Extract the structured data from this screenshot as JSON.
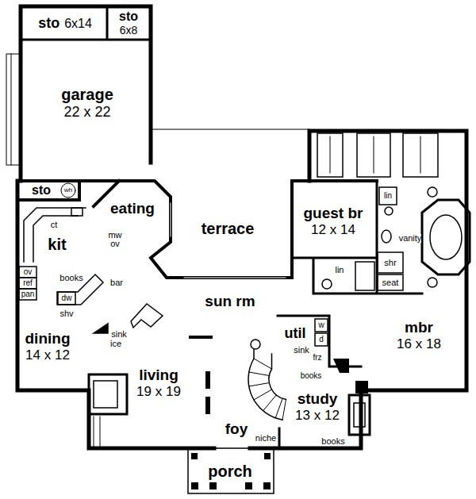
{
  "diagram": {
    "nodes": [
      {
        "text": [
          "sto",
          "6x14"
        ]
      },
      {
        "text": [
          "sto",
          "6x8"
        ]
      },
      {
        "text": [
          "garage",
          "22 x 22"
        ]
      },
      {
        "text": [
          "sto"
        ]
      },
      {
        "text": [
          "eating"
        ]
      },
      {
        "text": [
          "kit"
        ]
      },
      {
        "text": [
          "terrace"
        ]
      },
      {
        "text": [
          "guest br",
          "12 x 14"
        ]
      },
      {
        "text": [
          "sun rm"
        ]
      },
      {
        "text": [
          "dining",
          "14 x 12"
        ]
      },
      {
        "text": [
          "util"
        ]
      },
      {
        "text": [
          "mbr",
          "16 x 18"
        ]
      },
      {
        "text": [
          "living",
          "19 x 19"
        ]
      },
      {
        "text": [
          "study",
          "13 x 12"
        ]
      },
      {
        "text": [
          "foy"
        ]
      },
      {
        "text": [
          "porch"
        ]
      }
    ],
    "labels": [
      "wh",
      "ct",
      "mw ov",
      "ov",
      "ref",
      "pan",
      "books",
      "bar",
      "dw",
      "shv",
      "sink",
      "ice",
      "lin",
      "vanity",
      "shr",
      "seat",
      "lin",
      "w",
      "d",
      "sink",
      "frz",
      "books",
      "niche",
      "books"
    ]
  }
}
